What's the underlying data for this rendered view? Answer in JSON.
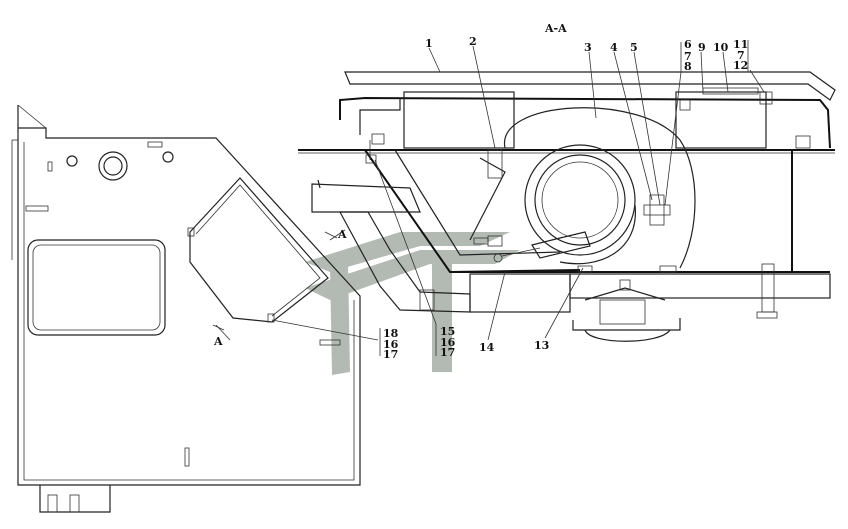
{
  "section_title": "A-A",
  "section_marks": [
    "A",
    "A"
  ],
  "callouts": {
    "c1": "1",
    "c2": "2",
    "c3": "3",
    "c4": "4",
    "c5": "5",
    "c6": "6",
    "c7a": "7",
    "c8": "8",
    "c9": "9",
    "c10": "10",
    "c11": "11",
    "c7b": "7",
    "c12": "12",
    "c13": "13",
    "c14": "14",
    "g1a": "18",
    "g1b": "16",
    "g1c": "17",
    "g2a": "15",
    "g2b": "16",
    "g2c": "17"
  },
  "colors": {
    "line": "#222222",
    "watermark": "#9aa39a",
    "hatch": "#333333"
  }
}
